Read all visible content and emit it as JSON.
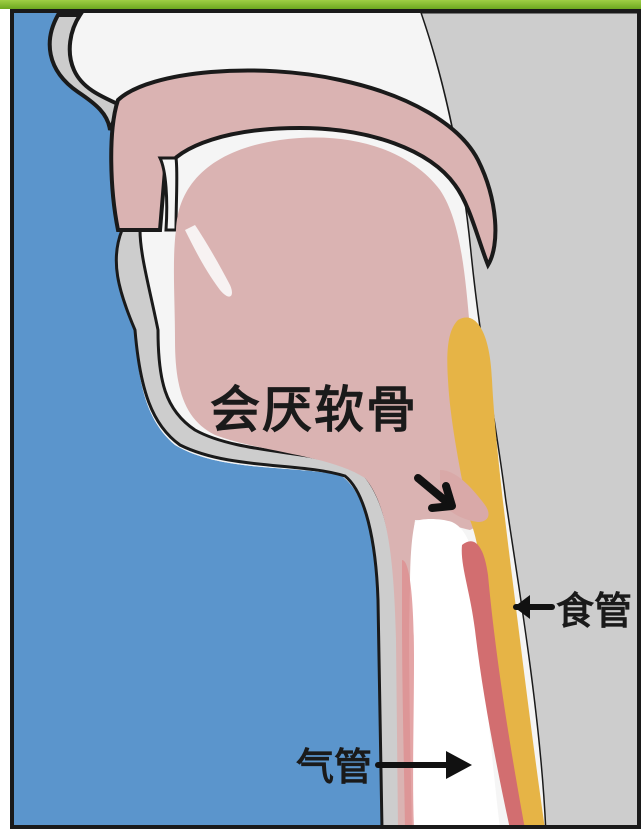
{
  "labels": {
    "epiglottis": "会厌软骨",
    "esophagus": "食管",
    "trachea": "气管"
  },
  "colors": {
    "background_left": "#5b95cc",
    "background_right": "#cdcdcd",
    "tissue": "#dab3b2",
    "esophagus": "#e6b446",
    "trachea_stripe": "#d26e70",
    "frame": "#1a1a1a",
    "top_bar": "#7bb62c"
  }
}
